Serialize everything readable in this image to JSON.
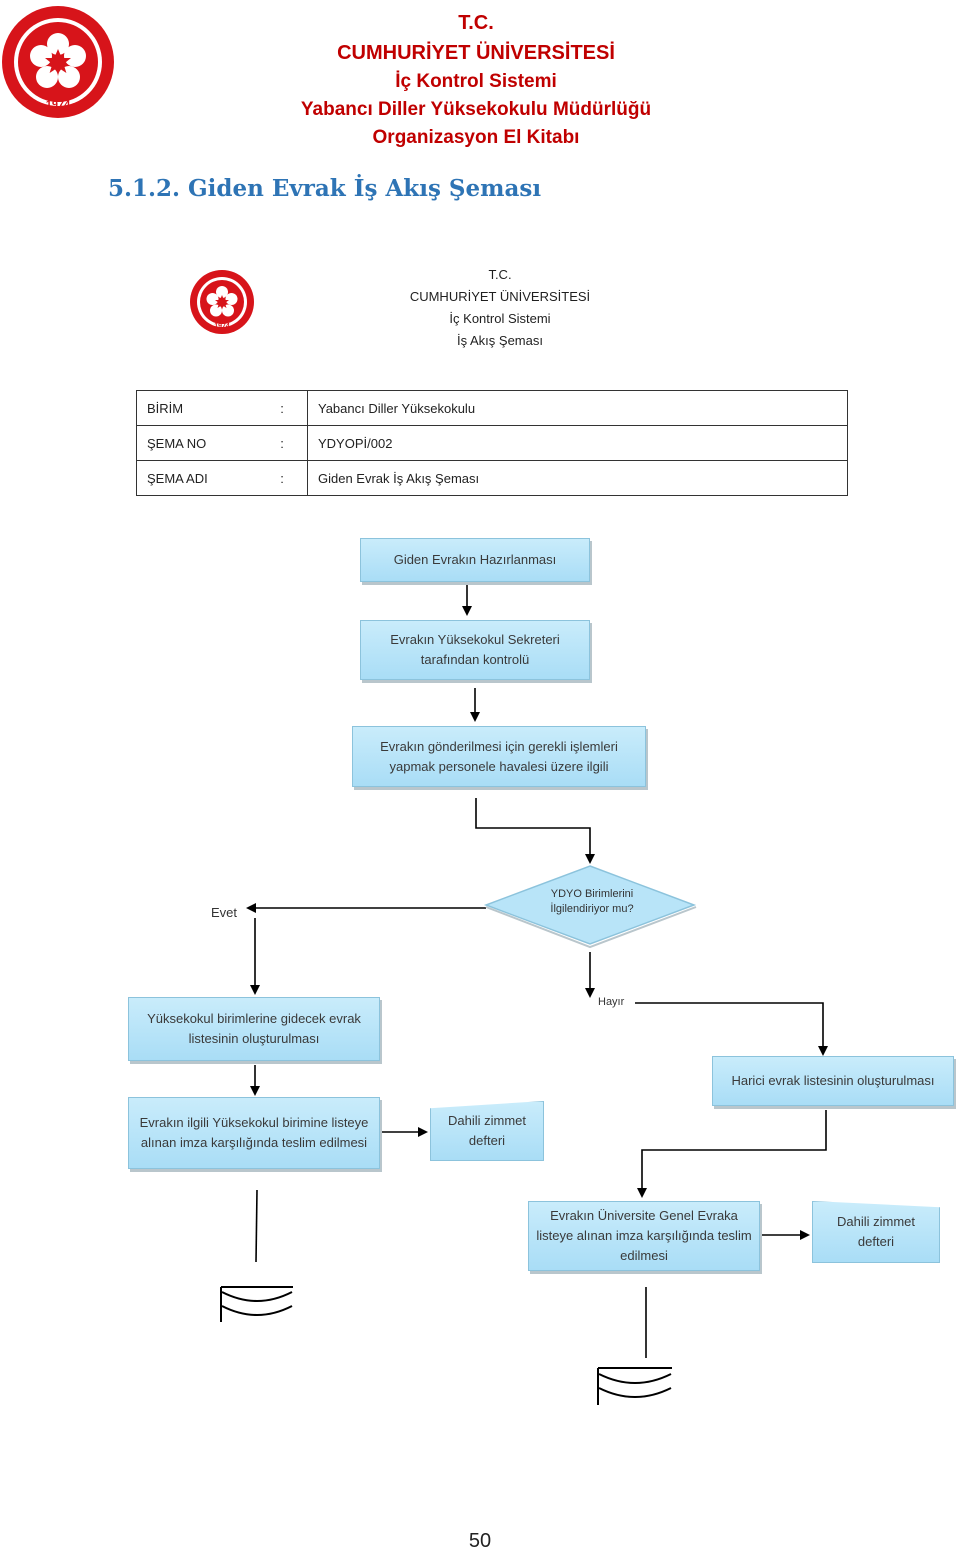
{
  "header": {
    "line1": "T.C.",
    "line2": "CUMHURİYET ÜNİVERSİTESİ",
    "line3": "İç Kontrol Sistemi",
    "line4": "Yabancı Diller Yüksekokulu Müdürlüğü",
    "line5": "Organizasyon El Kitabı",
    "logo_year": "1974"
  },
  "section_title": "5.1.2. Giden Evrak İş Akış Şeması",
  "chart_header": {
    "line1": "T.C.",
    "line2": "CUMHURİYET ÜNİVERSİTESİ",
    "line3": "İç Kontrol Sistemi",
    "line4": "İş Akış Şeması",
    "logo_year": "1974"
  },
  "meta": {
    "rows": [
      {
        "label": "BİRİM",
        "colon": ":",
        "value": "Yabancı Diller Yüksekokulu"
      },
      {
        "label": "ŞEMA NO",
        "colon": ":",
        "value": "YDYOPİ/002"
      },
      {
        "label": "ŞEMA ADI",
        "colon": ":",
        "value": "Giden Evrak İş Akış Şeması"
      }
    ]
  },
  "flow": {
    "step1": "Giden Evrakın Hazırlanması",
    "step2": "Evrakın Yüksekokul Sekreteri tarafından kontrolü",
    "step3": "Evrakın gönderilmesi için gerekli işlemleri yapmak personele havalesi üzere ilgili",
    "decision": "YDYO Birimlerini İlgilendiriyor mu?",
    "yes_label": "Evet",
    "no_label": "Hayır",
    "yes_step1": "Yüksekokul birimlerine gidecek evrak listesinin oluşturulması",
    "yes_step2": "Evrakın ilgili Yüksekokul birimine listeye alınan imza karşılığında teslim edilmesi",
    "yes_doc": "Dahili zimmet defteri",
    "no_step1": "Harici evrak listesinin oluşturulması",
    "no_step2": "Evrakın Üniversite Genel Evraka listeye alınan imza karşılığında teslim edilmesi",
    "no_doc": "Dahili zimmet defteri"
  },
  "page_number": "50",
  "colors": {
    "header_red": "#c00000",
    "title_blue": "#2e74b5",
    "box_fill": "#b8e4f8"
  }
}
